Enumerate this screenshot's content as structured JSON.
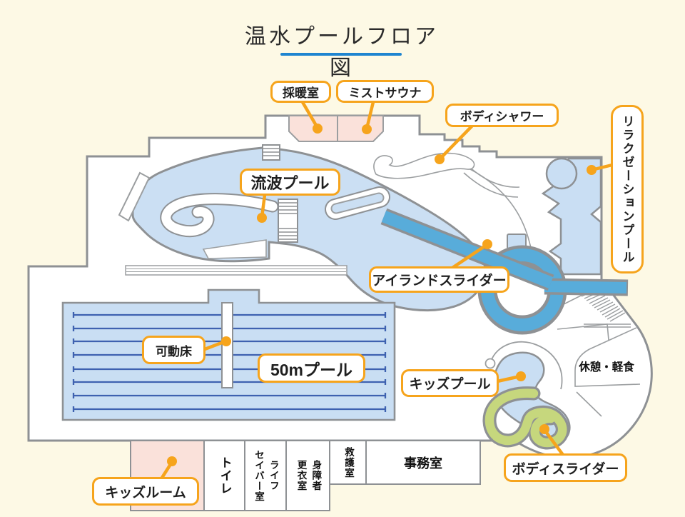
{
  "title": {
    "text": "温水プールフロア図",
    "underline_color": "#1F85D0"
  },
  "colors": {
    "background": "#FDF9E5",
    "accent_orange": "#F6A41C",
    "pool_blue": "#C9DEF3",
    "slider_blue": "#58ACDA",
    "slider_green": "#C6D77D",
    "room_pink": "#FAE1DA",
    "wall_gray": "#8E9194",
    "lane_blue": "#3E61B0"
  },
  "labels": {
    "warming_room": "採暖室",
    "mist_sauna": "ミストサウナ",
    "body_shower": "ボディシャワー",
    "relaxation_pool": "リラクゼーションプール",
    "wave_pool": "流波プール",
    "island_slider": "アイランドスライダー",
    "movable_floor": "可動床",
    "pool_50m": "50mプール",
    "kids_pool": "キッズプール",
    "kids_room": "キッズルーム",
    "body_slider": "ボディスライダー",
    "rest_area": "休憩・軽食"
  },
  "rooms": {
    "toilet": "トイレ",
    "lifesaver": "ライフ\nセイバー室",
    "accessible_changing": "身障者\n更衣室",
    "first_aid": "救護室",
    "office": "事務室"
  }
}
